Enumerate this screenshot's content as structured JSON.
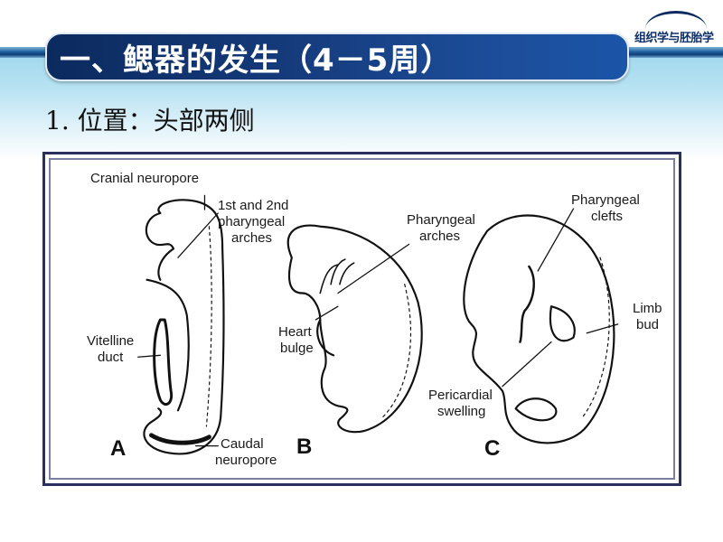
{
  "header": {
    "title": "一、鳃器的发生（4－5周）",
    "logo_text": "组织学与胚胎学"
  },
  "content": {
    "point_1": "1. 位置：头部两侧"
  },
  "figure": {
    "panels": [
      "A",
      "B",
      "C"
    ],
    "labels": {
      "cranial_neuropore": "Cranial neuropore",
      "first_second_arches_1": "1st and 2nd",
      "first_second_arches_2": "pharyngeal",
      "first_second_arches_3": "arches",
      "vitelline_duct_1": "Vitelline",
      "vitelline_duct_2": "duct",
      "caudal_neuropore_1": "Caudal",
      "caudal_neuropore_2": "neuropore",
      "pharyngeal_arches_1": "Pharyngeal",
      "pharyngeal_arches_2": "arches",
      "heart_bulge_1": "Heart",
      "heart_bulge_2": "bulge",
      "pharyngeal_clefts_1": "Pharyngeal",
      "pharyngeal_clefts_2": "clefts",
      "limb_bud_1": "Limb",
      "limb_bud_2": "bud",
      "pericardial_swelling_1": "Pericardial",
      "pericardial_swelling_2": "swelling"
    }
  },
  "colors": {
    "title_bar": "#153a7a",
    "band": "#9fd8ec",
    "frame": "#2b2f5e"
  }
}
